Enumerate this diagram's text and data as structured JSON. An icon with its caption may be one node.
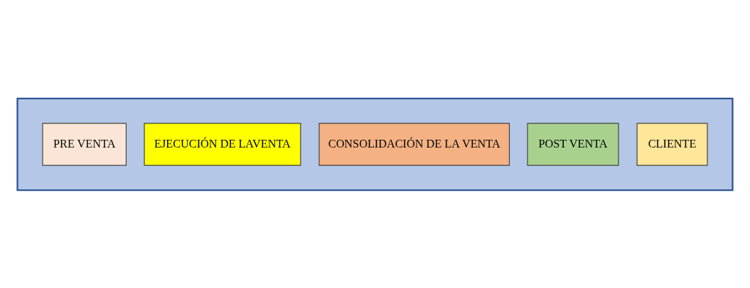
{
  "diagram": {
    "nodes": [
      {
        "text": [],
        "shape": "arrow"
      },
      {
        "text": [
          "PRE VENTA"
        ],
        "in": 0
      },
      {
        "text": [
          "EJECUCIÓN DE LAVENTA"
        ],
        "in": 0
      },
      {
        "text": [
          "CONSOLIDACIÓN DE LA VENTA"
        ],
        "in": 0
      },
      {
        "text": [
          "POST VENTA"
        ],
        "in": 0
      },
      {
        "text": [
          "CLIENTE"
        ],
        "in": 0
      }
    ],
    "edges": []
  }
}
